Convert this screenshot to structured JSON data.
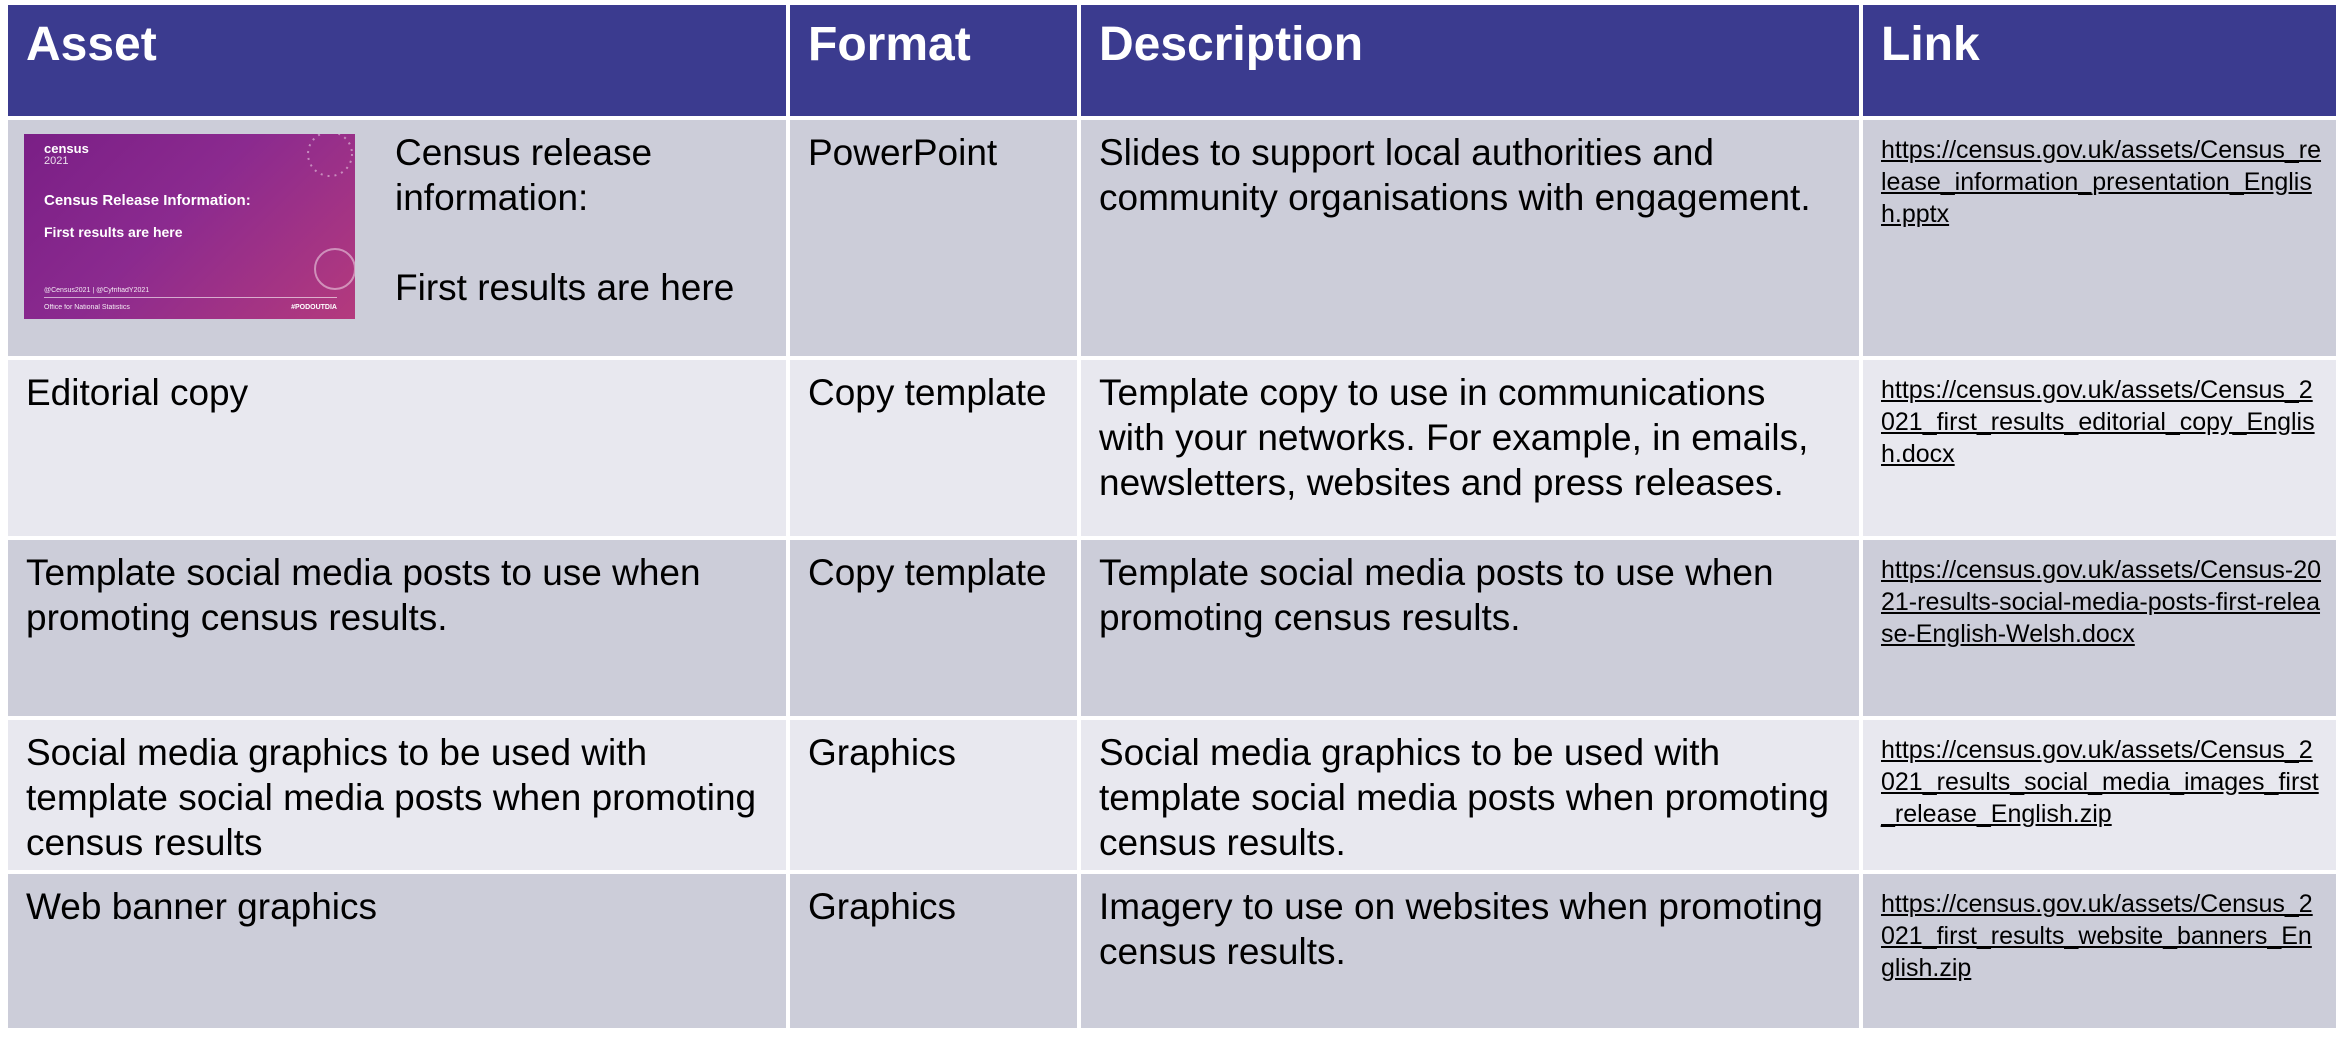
{
  "headers": [
    "Asset",
    "Format",
    "Description",
    "Link"
  ],
  "rows": [
    {
      "asset_title_line1": "Census release information:",
      "asset_title_line2": "First results are here",
      "format": "PowerPoint",
      "description": "Slides to support local authorities and community organisations with engagement.",
      "link": "https://census.gov.uk/assets/Census_release_information_presentation_English.pptx"
    },
    {
      "asset": "Editorial copy",
      "format": "Copy template",
      "description": "Template copy to use in communications with your networks. For example, in emails, newsletters, websites and press releases.",
      "link": "https://census.gov.uk/assets/Census_2021_first_results_editorial_copy_English.docx"
    },
    {
      "asset": "Template social media posts to use when promoting census results.",
      "format": "Copy template",
      "description": "Template social media posts to use when promoting census results.",
      "link": "https://census.gov.uk/assets/Census-2021-results-social-media-posts-first-release-English-Welsh.docx"
    },
    {
      "asset": "Social media graphics to be used with template social media posts when promoting census results",
      "format": "Graphics",
      "description": "Social media graphics to be used with template social media posts when promoting census results.",
      "link": "https://census.gov.uk/assets/Census_2021_results_social_media_images_first_release_English.zip"
    },
    {
      "asset": "Web banner graphics",
      "format": "Graphics",
      "description": "Imagery to use on websites when promoting census results.",
      "link": "https://census.gov.uk/assets/Census_2021_first_results_website_banners_English.zip"
    }
  ],
  "thumbnail": {
    "logo_word": "census",
    "logo_year": "2021",
    "title": "Census Release Information:",
    "subtitle": "First results are here",
    "footer_handles": "@Census2021 | @CyfrifiadY2021",
    "footer_org": "Office for National Statistics",
    "footer_tag": "#PODOUTDIA",
    "colors": {
      "start": "#7a1f86",
      "end": "#b43a7d"
    }
  },
  "colors": {
    "header_bg": "#3b3b8f",
    "row_dark": "#cccdd9",
    "row_light": "#e8e8ef"
  }
}
